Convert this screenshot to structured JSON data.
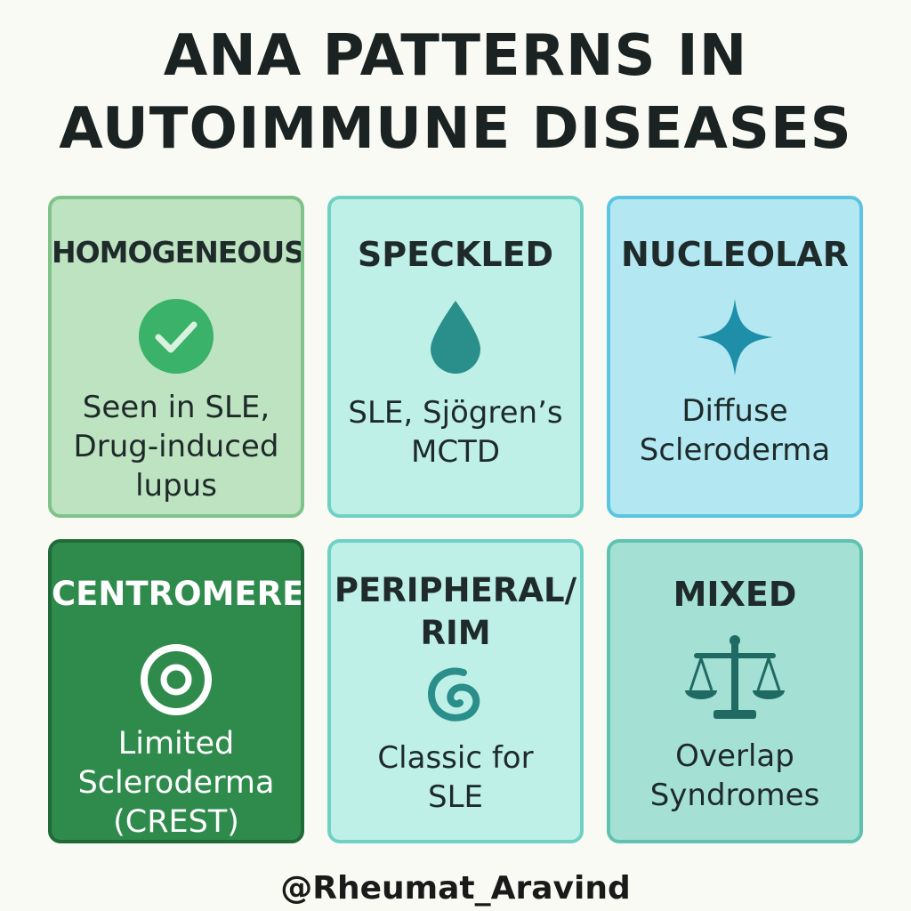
{
  "title": {
    "line1": "ANA PATTERNS IN",
    "line2": "AUTOIMMUNE DISEASES"
  },
  "cards": {
    "homogeneous": {
      "heading": "HOMOGENEOUS",
      "icon": "check-circle-icon",
      "desc": [
        "Seen in SLE,",
        "Drug-induced",
        "lupus"
      ]
    },
    "speckled": {
      "heading": "SPECKLED",
      "icon": "droplet-icon",
      "desc": [
        "SLE, Sjögren’s",
        "MCTD"
      ]
    },
    "nucleolar": {
      "heading": "NUCLEOLAR",
      "icon": "sparkle-star-icon",
      "desc": [
        "Diffuse",
        "Scleroderma"
      ]
    },
    "centromere": {
      "heading": "CENTROMERE",
      "icon": "target-icon",
      "desc": [
        "Limited",
        "Scleroderma",
        "(CREST)"
      ]
    },
    "peripheral": {
      "heading_line1": "PERIPHERAL/",
      "heading_line2": "RIM",
      "icon": "spiral-icon",
      "desc": [
        "Classic for",
        "SLE"
      ]
    },
    "mixed": {
      "heading": "MIXED",
      "icon": "balance-scale-icon",
      "desc": [
        "Overlap",
        "Syndromes"
      ]
    }
  },
  "footer": {
    "handle": "@Rheumat_Aravind"
  },
  "colors": {
    "homogeneous_bg": "#bde3c0",
    "speckled_bg": "#bff0e8",
    "nucleolar_bg": "#b3e8f2",
    "centromere_bg": "#2e8b4c",
    "peripheral_bg": "#bff0e8",
    "mixed_bg": "#a5e0d5",
    "icon_teal": "#2a8f8a"
  }
}
